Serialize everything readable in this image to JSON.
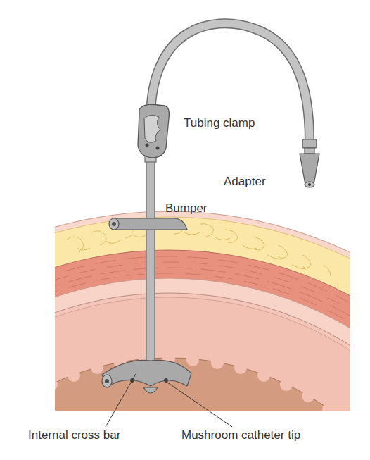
{
  "diagram": {
    "labels": [
      "Tubing clamp",
      "Adapter",
      "Bumper",
      "Internal cross bar",
      "Mushroom catheter tip"
    ]
  }
}
